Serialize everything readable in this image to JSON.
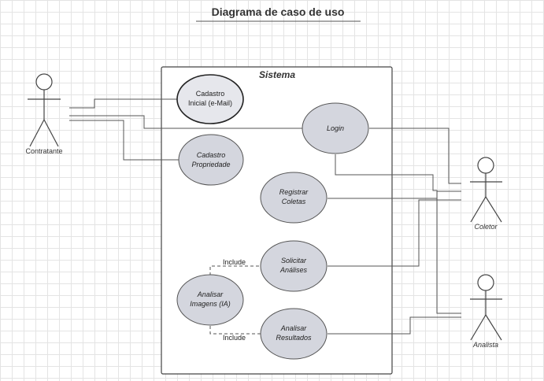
{
  "title": "Diagrama de caso de uso",
  "system": {
    "label": "Sistema"
  },
  "actors": {
    "contratante": "Contratante",
    "coletor": "Coletor",
    "analista": "Analista"
  },
  "use_cases": {
    "cadastro_inicial": [
      "Cadastro",
      "Inicial (e-Mail)"
    ],
    "login": [
      "Login"
    ],
    "cadastro_propriedade": [
      "Cadastro",
      "Propriedade"
    ],
    "registrar_coletas": [
      "Registrar",
      "Coletas"
    ],
    "solicitar_analises": [
      "Solicitar",
      "Análises"
    ],
    "analisar_imagens": [
      "Analisar",
      "Imagens (IA)"
    ],
    "analisar_resultados": [
      "Analisar",
      "Resultados"
    ]
  },
  "relations": {
    "include_top": "Include",
    "include_bottom": "Include"
  },
  "colors": {
    "usecase_fill": "#d4d6de",
    "usecase_highlight_fill": "#e6e7ec",
    "line": "#555555",
    "border": "#444444"
  }
}
